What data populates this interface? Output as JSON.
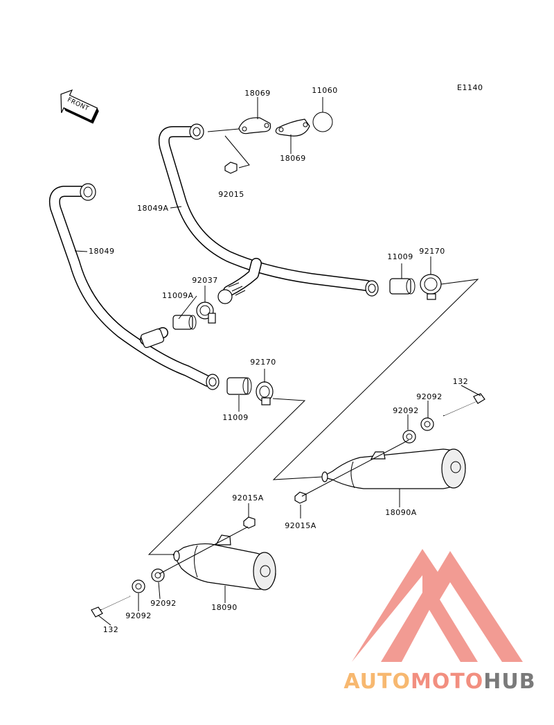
{
  "diagram_code": "E1140",
  "front_label": "FRONT",
  "part_labels": {
    "p18069_top": "18069",
    "p11060": "11060",
    "p18069_bottom": "18069",
    "p92015": "92015",
    "p18049A": "18049A",
    "p18049": "18049",
    "p92037": "92037",
    "p11009A": "11009A",
    "p11009_upper": "11009",
    "p92170_upper": "92170",
    "p92170_lower": "92170",
    "p11009_lower": "11009",
    "p132_right": "132",
    "p92092_right_top": "92092",
    "p92092_right_mid": "92092",
    "p18090A": "18090A",
    "p92015A_right": "92015A",
    "p92015A_left": "92015A",
    "p92092_left_a": "92092",
    "p92092_left_b": "92092",
    "p18090": "18090",
    "p132_left": "132"
  },
  "watermark": {
    "part1": "AUTO",
    "part2": "MOTO",
    "part3": "HUB",
    "color1": "#f7b870",
    "color2": "#f28f80",
    "color3": "#7a7a7a",
    "logo_color": "#f08a80"
  }
}
